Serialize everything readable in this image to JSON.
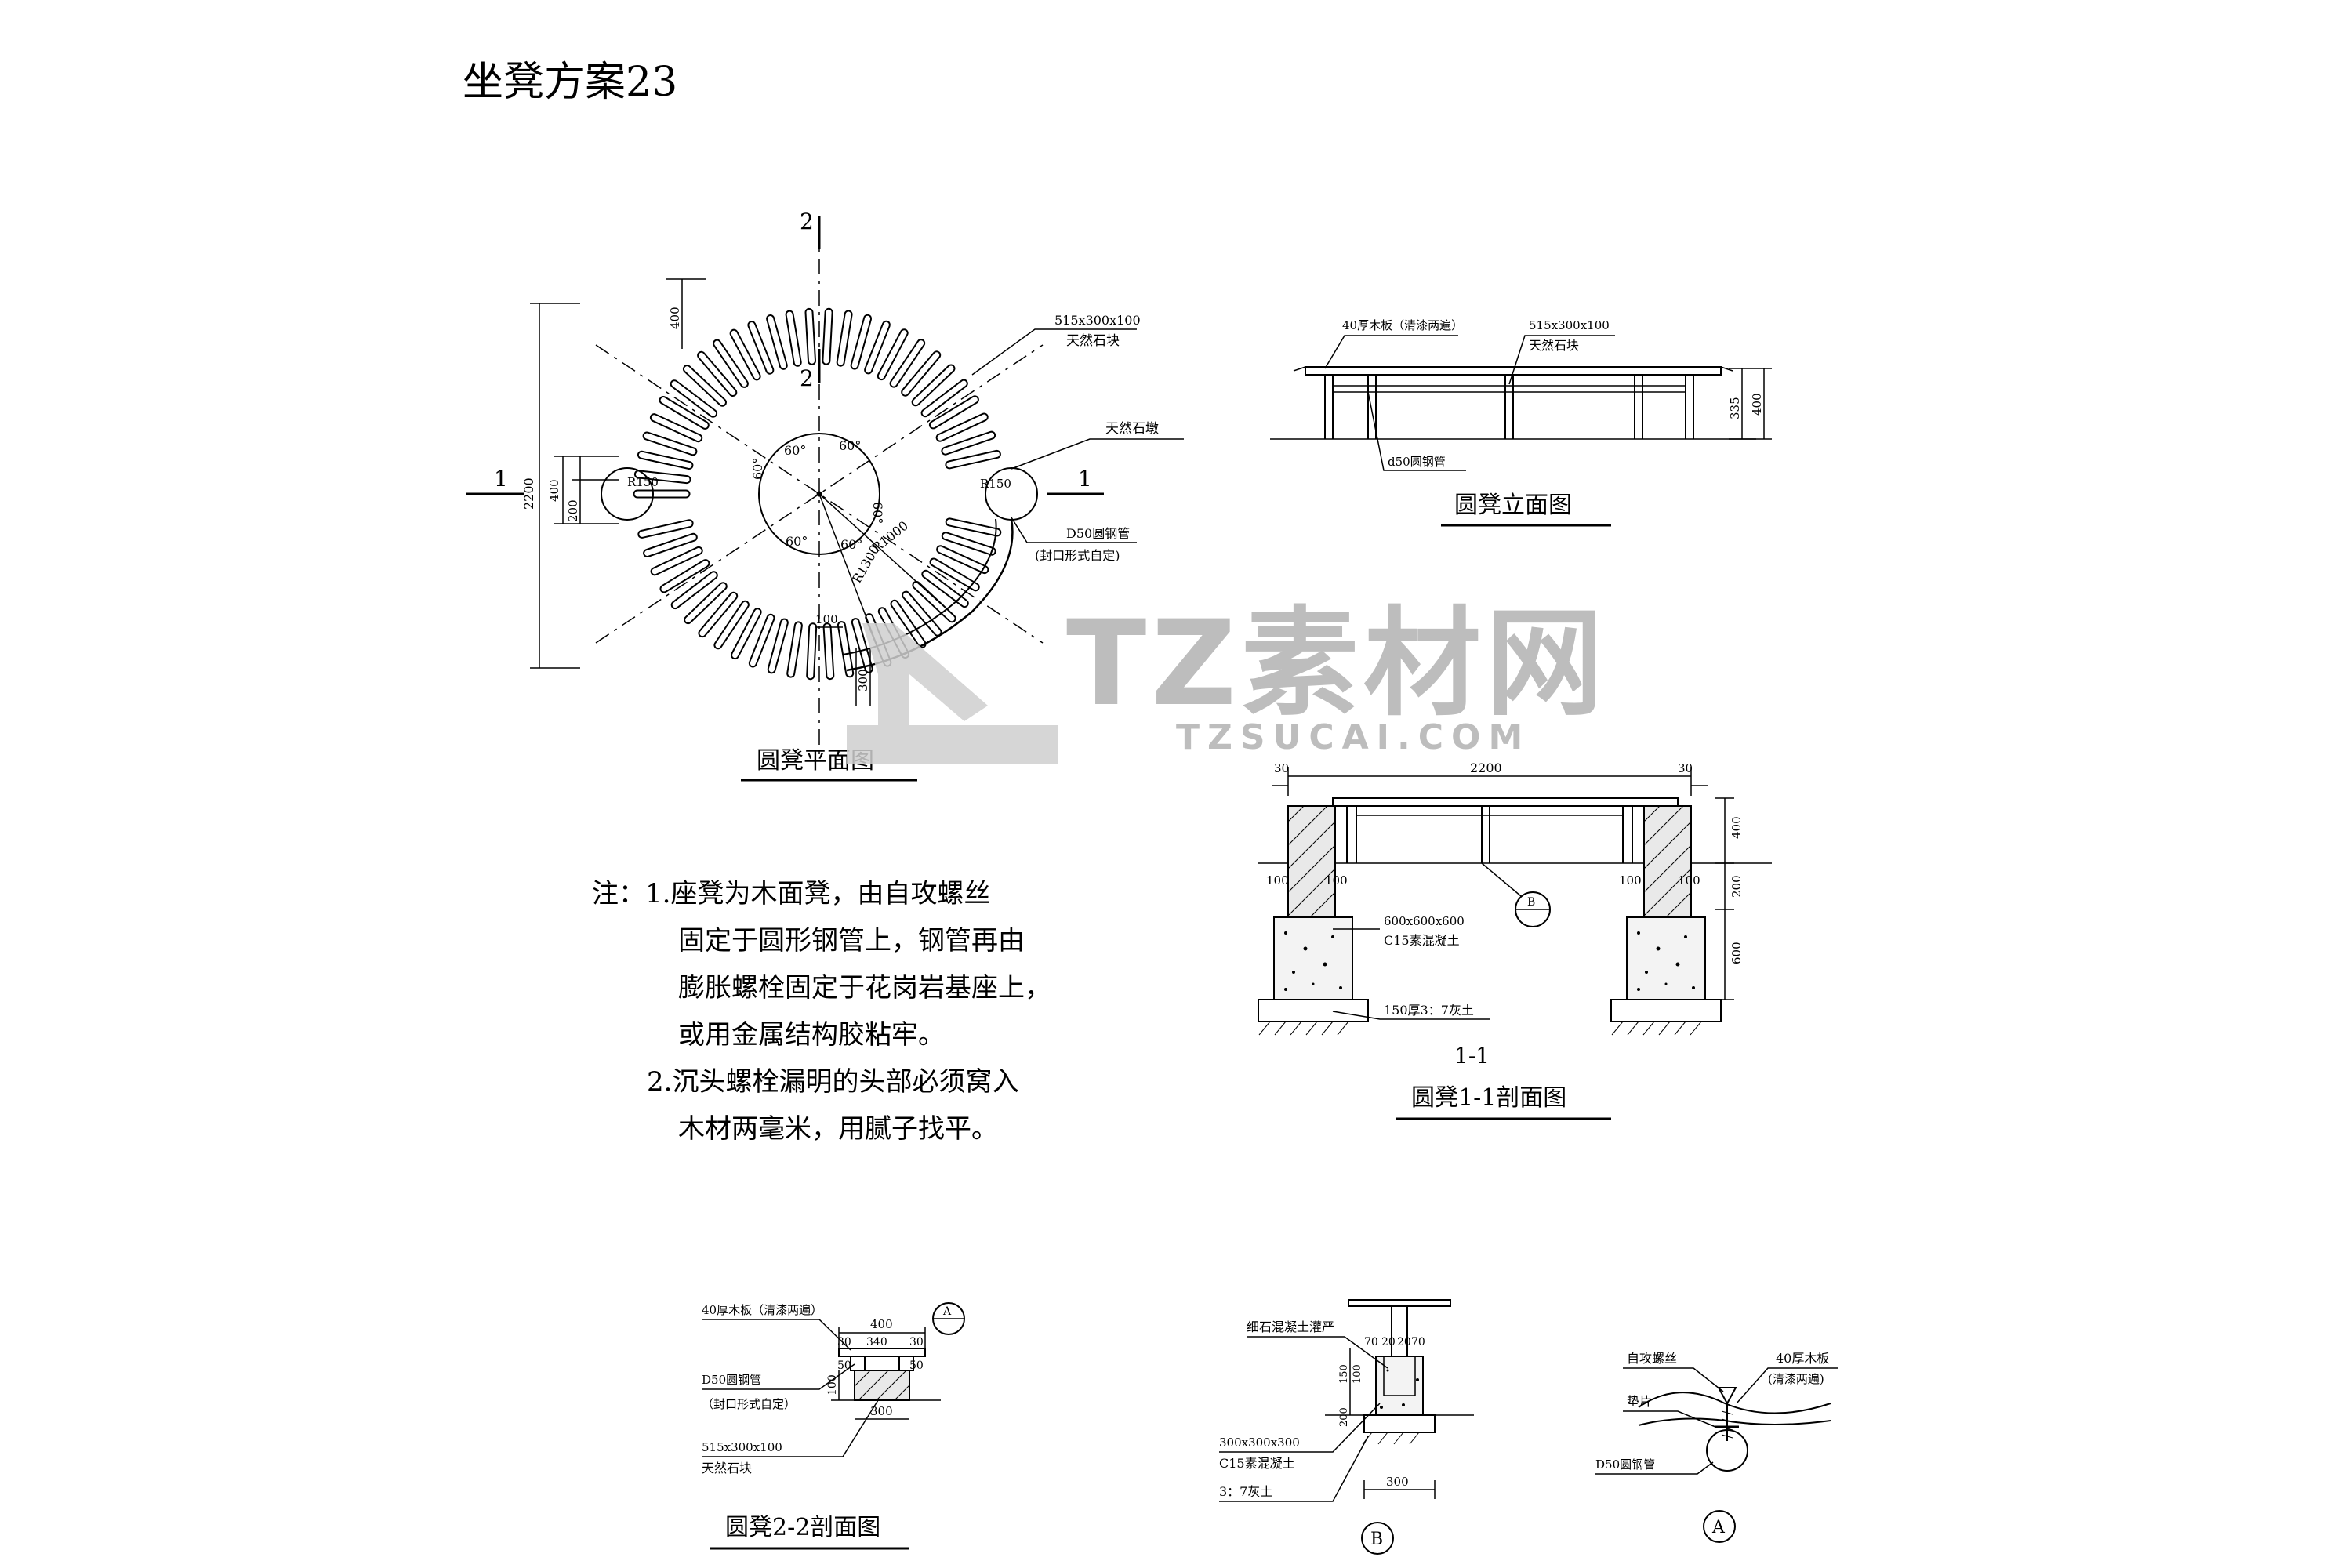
{
  "title": "坐凳方案23",
  "watermark": {
    "brand": "TZ素材网",
    "url": "TZSUCAI.COM"
  },
  "notes": {
    "prefix": "注：",
    "lines": [
      "1.座凳为木面凳，由自攻螺丝",
      "固定于圆形钢管上，钢管再由",
      "膨胀螺栓固定于花岗岩基座上，",
      "或用金属结构胶粘牢。",
      "2.沉头螺栓漏明的头部必须窝入",
      "木材两毫米，用腻子找平。"
    ]
  },
  "plan": {
    "caption": "圆凳平面图",
    "section_marks": {
      "s1": "1",
      "s2": "2"
    },
    "dims": {
      "overall": "2200",
      "d400": "400",
      "d200": "200",
      "d400b": "400",
      "d100": "100",
      "d300": "300",
      "r150": "R150"
    },
    "angles": [
      "60°",
      "60°",
      "60°",
      "60°",
      "60°",
      "60°"
    ],
    "radii": {
      "r1000": "R1000",
      "r1300": "R1300",
      "r_end": "R150"
    },
    "labels": {
      "stone_block_size": "515x300x100",
      "stone_block": "天然石块",
      "stone_pier": "天然石墩",
      "pipe": "D50圆钢管",
      "pipe_note": "(封口形式自定)"
    }
  },
  "elevation": {
    "caption": "圆凳立面图",
    "labels": {
      "board": "40厚木板（清漆两遍）",
      "stone_size": "515x300x100",
      "stone": "天然石块",
      "pipe": "d50圆钢管"
    },
    "dims": {
      "d335": "335",
      "d400": "400"
    }
  },
  "section11": {
    "caption": "圆凳1-1剖面图",
    "mark": "1-1",
    "dims": {
      "overall": "2200",
      "d30l": "30",
      "d30r": "30",
      "d100a": "100",
      "d100b": "100",
      "d100c": "100",
      "d100d": "100",
      "h400": "400",
      "h200": "200",
      "h600": "600"
    },
    "labels": {
      "footing_size": "600x600x600",
      "concrete": "C15素混凝土",
      "lime": "150厚3：7灰土",
      "detail_b": "B"
    }
  },
  "section22": {
    "caption": "圆凳2-2剖面图",
    "labels": {
      "board": "40厚木板（清漆两遍）",
      "pipe": "D50圆钢管",
      "pipe_note": "（封口形式自定）",
      "stone_size": "515x300x100",
      "stone": "天然石块",
      "detail_a": "A"
    },
    "dims": {
      "w400": "400",
      "d30a": "30",
      "d340": "340",
      "d30b": "30",
      "h100": "100",
      "w300": "300",
      "d50a": "50",
      "d50b": "50"
    }
  },
  "detailB": {
    "mark": "B",
    "labels": {
      "grout": "细石混凝土灌严",
      "footing_size": "300x300x300",
      "concrete": "C15素混凝土",
      "lime": "3：7灰土"
    },
    "dims": {
      "t70a": "70",
      "t20a": "20",
      "t20b": "20",
      "t70b": "70",
      "h150": "150",
      "h100": "100",
      "h200": "200",
      "w300": "300"
    }
  },
  "detailA": {
    "mark": "A",
    "labels": {
      "screw": "自攻螺丝",
      "board": "40厚木板",
      "board_note": "(清漆两遍)",
      "washer": "垫片",
      "pipe": "D50圆钢管"
    }
  }
}
